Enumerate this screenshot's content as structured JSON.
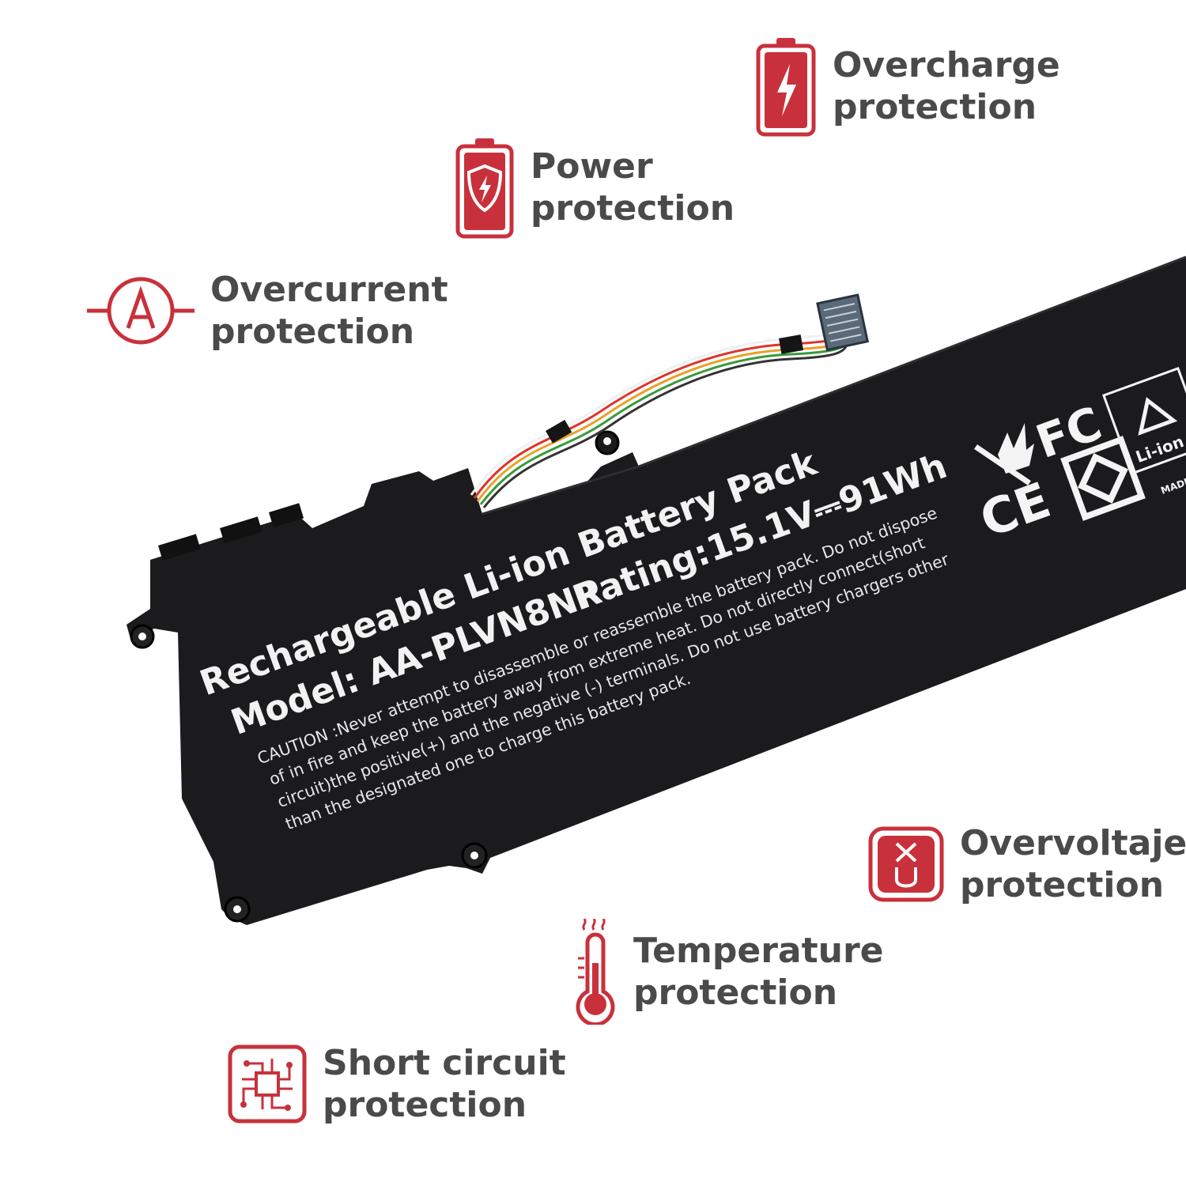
{
  "accent_color": "#c8313b",
  "features": {
    "overcharge": {
      "line1": "Overcharge",
      "line2": "protection",
      "icon": "battery-bolt-icon"
    },
    "power": {
      "line1": "Power",
      "line2": "protection",
      "icon": "battery-shield-icon"
    },
    "overcurrent": {
      "line1": "Overcurrent",
      "line2": "protection",
      "icon": "ammeter-icon"
    },
    "overvoltage": {
      "line1": "Overvoltaje",
      "line2": "protection",
      "icon": "voltage-icon"
    },
    "temperature": {
      "line1": "Temperature",
      "line2": "protection",
      "icon": "thermometer-icon"
    },
    "short_circuit": {
      "line1": "Short circuit",
      "line2": "protection",
      "icon": "circuit-chip-icon"
    }
  },
  "battery_label": {
    "title": "Rechargeable Li-ion Battery Pack",
    "model": "Model: AA-PLVN8NP",
    "rating": "Rating:15.1V⎓​91Wh",
    "caution_lines": [
      "CAUTION :Never attempt to disassemble or reassemble the battery pack. Do not dispose",
      "of in fire and keep the battery away from extreme heat. Do not directly connect(short",
      "circuit)the positive(+) and the negative (-) terminals. Do not use battery chargers other",
      "than the designated one to charge this battery pack."
    ],
    "marks": {
      "fc": "FC",
      "ce": "CE",
      "liion": "Li-ion",
      "made": "MADE"
    }
  }
}
